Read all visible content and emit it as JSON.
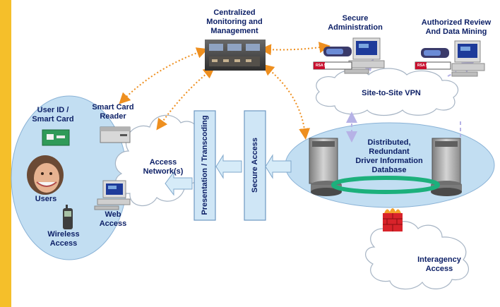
{
  "labels": {
    "monitoring": "Centralized\nMonitoring and\nManagement",
    "secure_admin": "Secure\nAdministration",
    "review": "Authorized Review\nAnd Data Mining",
    "vpn": "Site-to-Site VPN",
    "userid": "User ID /\nSmart Card",
    "reader": "Smart Card\nReader",
    "access_network": "Access\nNetwork(s)",
    "presentation": "Presentation / Transcoding",
    "secure_access": "Secure Access",
    "database": "Distributed,\nRedundant\nDriver Information\nDatabase",
    "users": "Users",
    "web_access": "Web\nAccess",
    "wireless": "Wireless\nAccess",
    "interagency": "Interagency\nAccess",
    "rsa_left": "RSA SecurID",
    "rsa_right": "RSA SecurID"
  },
  "colors": {
    "left_bar": "#f5bf2a",
    "ellipse": "#c2def2",
    "ellipse_edge": "#8ab2d6",
    "panel": "#cfe6f6",
    "panel_edge": "#6e98c2",
    "orange_arrow": "#ee8f1f",
    "violet_arrow": "#b6b2e6",
    "text": "#0c1f66",
    "ring": "#1cb07c"
  }
}
